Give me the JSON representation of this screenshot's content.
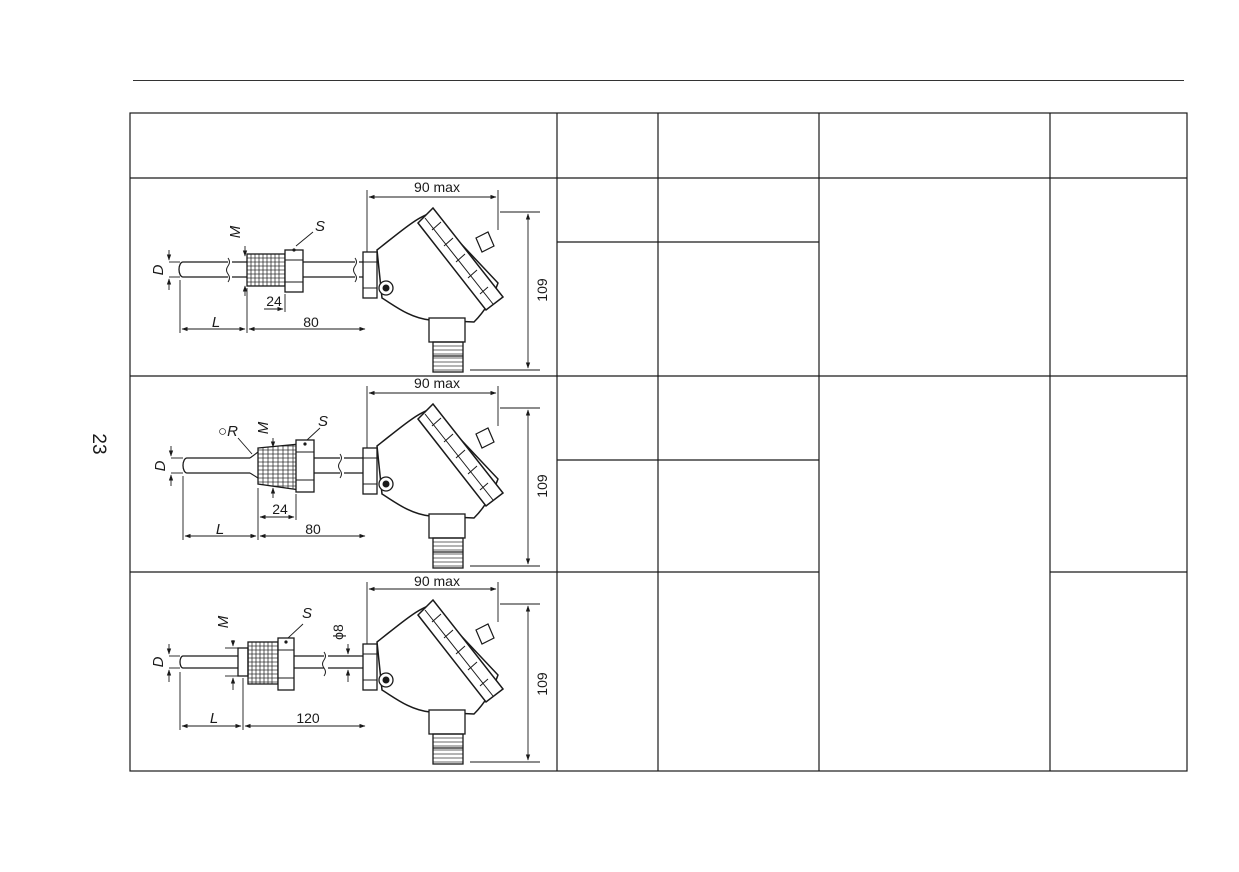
{
  "page": {
    "number": "23"
  },
  "table": {
    "header_cells": [
      "",
      "",
      "",
      "",
      ""
    ],
    "drawings": [
      {
        "labels": {
          "head_width": "90 max",
          "height": "109",
          "diameter": "D",
          "thread": "M",
          "wrench": "S",
          "nut": "24",
          "stem": "80",
          "length": "L"
        }
      },
      {
        "labels": {
          "head_width": "90 max",
          "height": "109",
          "diameter": "D",
          "radius": "○R",
          "thread": "M",
          "wrench": "S",
          "nut": "24",
          "stem": "80",
          "length": "L"
        }
      },
      {
        "labels": {
          "head_width": "90 max",
          "height": "109",
          "diameter": "D",
          "thread": "M",
          "wrench": "S",
          "pipe": "ϕ8",
          "stem": "120",
          "length": "L"
        }
      }
    ]
  }
}
